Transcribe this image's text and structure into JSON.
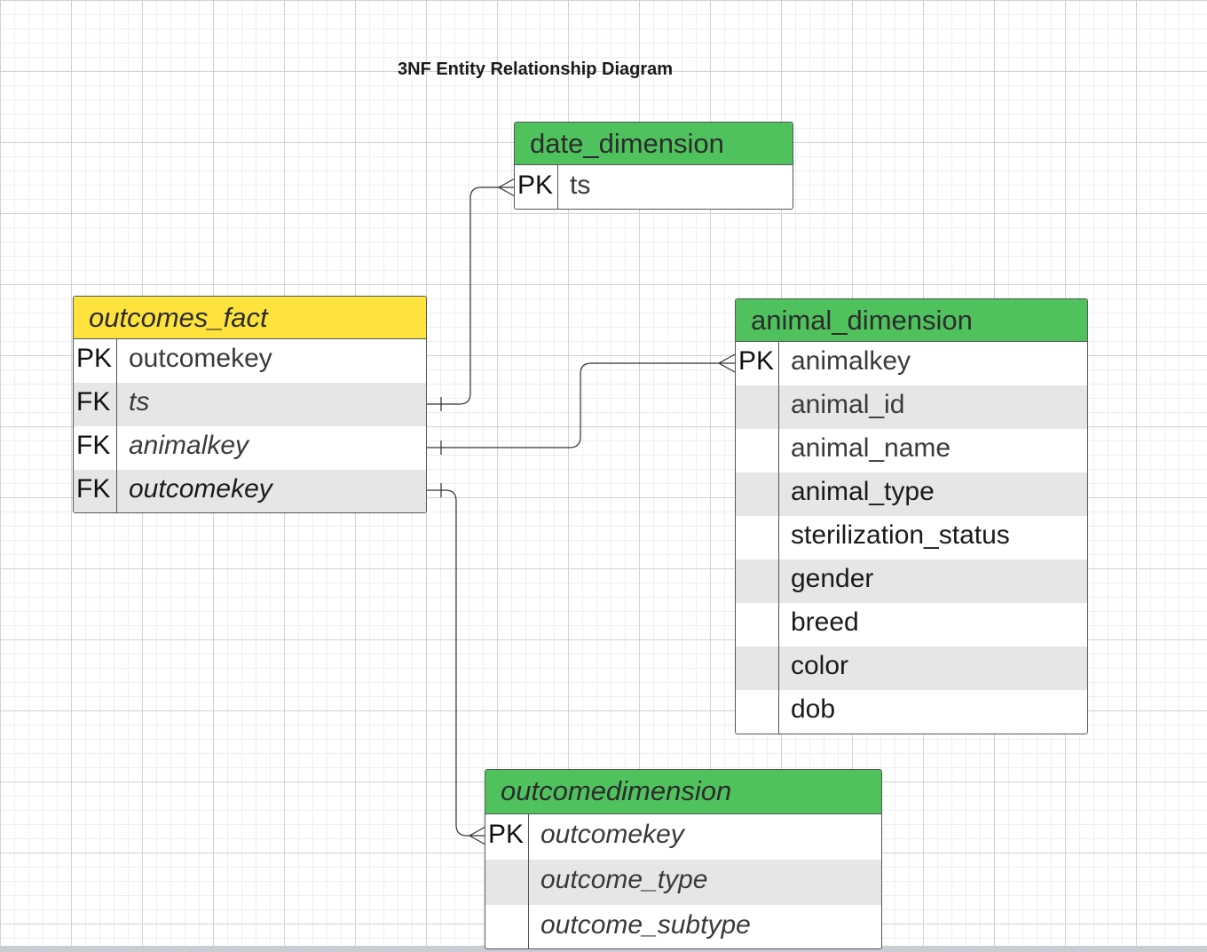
{
  "title": "3NF Entity Relationship Diagram",
  "entities": {
    "date_dimension": {
      "name": "date_dimension",
      "header_color": "#4fc25e",
      "rows": [
        {
          "key": "PK",
          "field": "ts"
        }
      ]
    },
    "outcomes_fact": {
      "name": "outcomes_fact",
      "header_color": "#ffe33d",
      "rows": [
        {
          "key": "PK",
          "field": "outcomekey"
        },
        {
          "key": "FK",
          "field": "ts"
        },
        {
          "key": "FK",
          "field": "animalkey"
        },
        {
          "key": "FK",
          "field": "outcomekey"
        }
      ]
    },
    "animal_dimension": {
      "name": "animal_dimension",
      "header_color": "#4fc25e",
      "rows": [
        {
          "key": "PK",
          "field": "animalkey"
        },
        {
          "key": "",
          "field": "animal_id"
        },
        {
          "key": "",
          "field": "animal_name"
        },
        {
          "key": "",
          "field": "animal_type"
        },
        {
          "key": "",
          "field": "sterilization_status"
        },
        {
          "key": "",
          "field": "gender"
        },
        {
          "key": "",
          "field": "breed"
        },
        {
          "key": "",
          "field": "color"
        },
        {
          "key": "",
          "field": "dob"
        }
      ]
    },
    "outcomedimension": {
      "name": "outcomedimension",
      "header_color": "#4fc25e",
      "rows": [
        {
          "key": "PK",
          "field": "outcomekey"
        },
        {
          "key": "",
          "field": "outcome_type"
        },
        {
          "key": "",
          "field": "outcome_subtype"
        }
      ]
    }
  },
  "relationships": [
    {
      "from": "outcomes_fact.ts",
      "to": "date_dimension.ts",
      "from_end": "one",
      "to_end": "many"
    },
    {
      "from": "outcomes_fact.animalkey",
      "to": "animal_dimension.animalkey",
      "from_end": "one",
      "to_end": "many"
    },
    {
      "from": "outcomes_fact.outcomekey",
      "to": "outcomedimension.outcomekey",
      "from_end": "one",
      "to_end": "many"
    }
  ]
}
